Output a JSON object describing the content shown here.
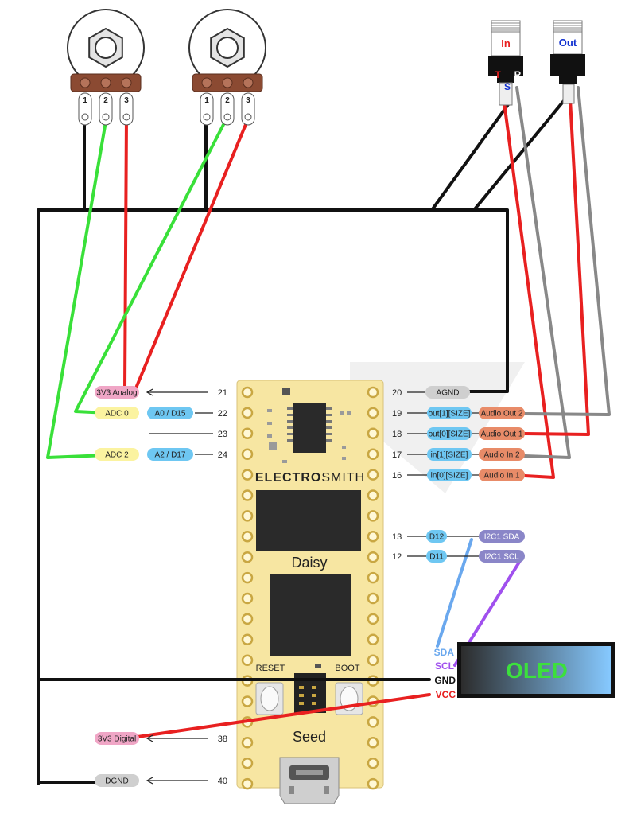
{
  "board": {
    "brand_prefix": "ELECTRO",
    "brand_suffix": "SMITH",
    "name_top": "Daisy",
    "name_bottom": "Seed",
    "reset_label": "RESET",
    "boot_label": "BOOT",
    "body_color": "#f7e6a2"
  },
  "pots": [
    {
      "pins": [
        "1",
        "2",
        "3"
      ]
    },
    {
      "pins": [
        "1",
        "2",
        "3"
      ]
    }
  ],
  "jacks": [
    {
      "label": "In",
      "label_color": "#e82020",
      "tip": "T",
      "sleeve": "S",
      "ring": "R"
    },
    {
      "label": "Out",
      "label_color": "#1030d0"
    }
  ],
  "oled": {
    "text": "OLED",
    "text_color": "#3ce03c",
    "pins": [
      {
        "label": "SDA",
        "color": "#6aa8ee"
      },
      {
        "label": "SCL",
        "color": "#a050ee"
      },
      {
        "label": "GND",
        "color": "#111111"
      },
      {
        "label": "VCC",
        "color": "#e82020"
      }
    ]
  },
  "left_pins": [
    {
      "num": "21",
      "tags": [
        {
          "text": "3V3 Analog",
          "kind": "pink"
        }
      ]
    },
    {
      "num": "22",
      "tags": [
        {
          "text": "ADC 0",
          "kind": "yellow"
        },
        {
          "text": "A0  /  D15",
          "kind": "blue"
        }
      ]
    },
    {
      "num": "23",
      "tags": []
    },
    {
      "num": "24",
      "tags": [
        {
          "text": "ADC 2",
          "kind": "yellow"
        },
        {
          "text": "A2  /  D17",
          "kind": "blue"
        }
      ]
    },
    {
      "num": "38",
      "tags": [
        {
          "text": "3V3 Digital",
          "kind": "pink"
        }
      ]
    },
    {
      "num": "40",
      "tags": [
        {
          "text": "DGND",
          "kind": "gray"
        }
      ]
    }
  ],
  "right_pins": [
    {
      "num": "20",
      "tags": [
        {
          "text": "AGND",
          "kind": "gray"
        }
      ]
    },
    {
      "num": "19",
      "tags": [
        {
          "text": "out[1][SIZE]",
          "kind": "blue"
        },
        {
          "text": "Audio Out 2",
          "kind": "orange"
        }
      ]
    },
    {
      "num": "18",
      "tags": [
        {
          "text": "out[0][SIZE]",
          "kind": "blue"
        },
        {
          "text": "Audio Out 1",
          "kind": "orange"
        }
      ]
    },
    {
      "num": "17",
      "tags": [
        {
          "text": "in[1][SIZE]",
          "kind": "blue"
        },
        {
          "text": "Audio In 2",
          "kind": "orange"
        }
      ]
    },
    {
      "num": "16",
      "tags": [
        {
          "text": "in[0][SIZE]",
          "kind": "blue"
        },
        {
          "text": "Audio In 1",
          "kind": "orange"
        }
      ]
    },
    {
      "num": "13",
      "tags": [
        {
          "text": "D12",
          "kind": "blue"
        },
        {
          "text": "I2C1 SDA",
          "kind": "purple"
        }
      ]
    },
    {
      "num": "12",
      "tags": [
        {
          "text": "D11",
          "kind": "blue"
        },
        {
          "text": "I2C1 SCL",
          "kind": "purple"
        }
      ]
    }
  ],
  "colors": {
    "ground": "#111111",
    "power": "#e82020",
    "signal": "#39e039",
    "sda": "#6aa8ee",
    "scl": "#a050ee",
    "sleeve": "#888888",
    "tag_pink": "#f0a6c6",
    "tag_yellow": "#fbf3a0",
    "tag_blue": "#6ec7f2",
    "tag_gray": "#cfcfcf",
    "tag_orange": "#e88b68",
    "tag_purple": "#8a86c8"
  }
}
